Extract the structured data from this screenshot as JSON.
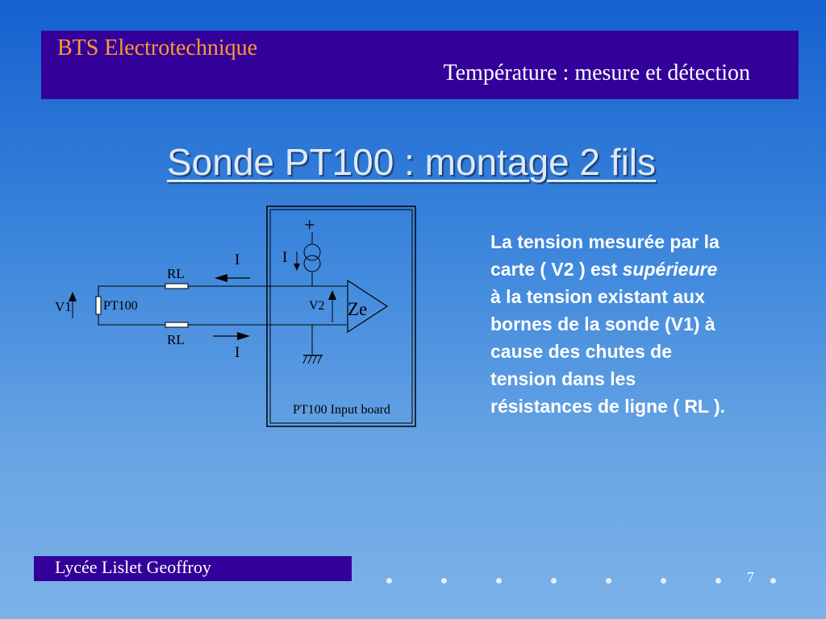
{
  "header": {
    "course": "BTS Electrotechnique",
    "topic": "Température : mesure et détection"
  },
  "slide": {
    "title": "Sonde PT100 : montage 2 fils"
  },
  "diagram": {
    "v1": "V1",
    "pt100": "PT100",
    "rl_top": "RL",
    "rl_bottom": "RL",
    "i_top": "I",
    "i_bottom": "I",
    "i_source": "I",
    "plus": "+",
    "v2": "V2",
    "ze": "Ze",
    "board": "PT100  Input board"
  },
  "explanation": {
    "part1": "La tension mesurée par la carte ( V2 ) est ",
    "emphasis": "supérieure",
    "part2": " à la tension existant aux bornes de la sonde (V1) à cause des chutes de tension dans les résistances de ligne ( RL )."
  },
  "footer": {
    "school": "Lycée Lislet Geoffroy",
    "page_number": "7"
  }
}
